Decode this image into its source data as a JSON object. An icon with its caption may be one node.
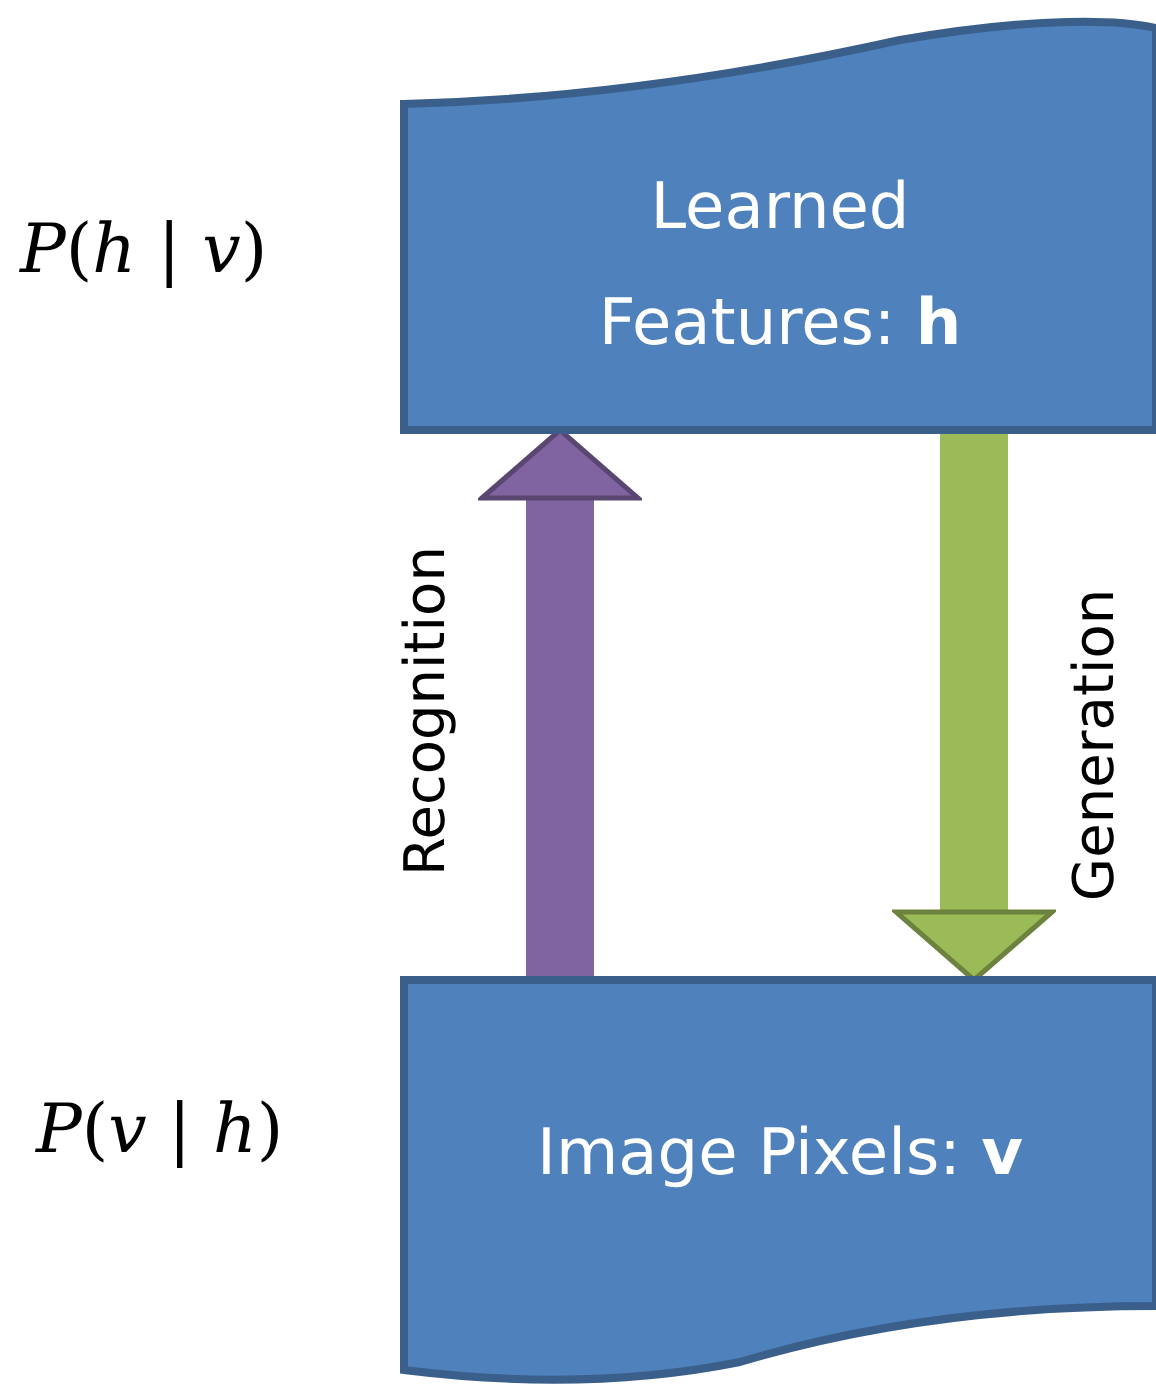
{
  "diagram": {
    "nodes": [
      {
        "text": [
          "Learned Features: **h**"
        ],
        "beside": [
          "*P*(*h* | *v*)"
        ]
      },
      {
        "text": [
          "Image Pixels: **v**"
        ],
        "beside": [
          "*P*(*v* | *h*)"
        ]
      }
    ],
    "edges": [
      {
        "from": 1,
        "to": 0,
        "arrow": "to",
        "label": "Recognition",
        "color": "#8064a2"
      },
      {
        "from": 0,
        "to": 1,
        "arrow": "to",
        "label": "Generation",
        "color": "#9bbb59"
      }
    ]
  }
}
